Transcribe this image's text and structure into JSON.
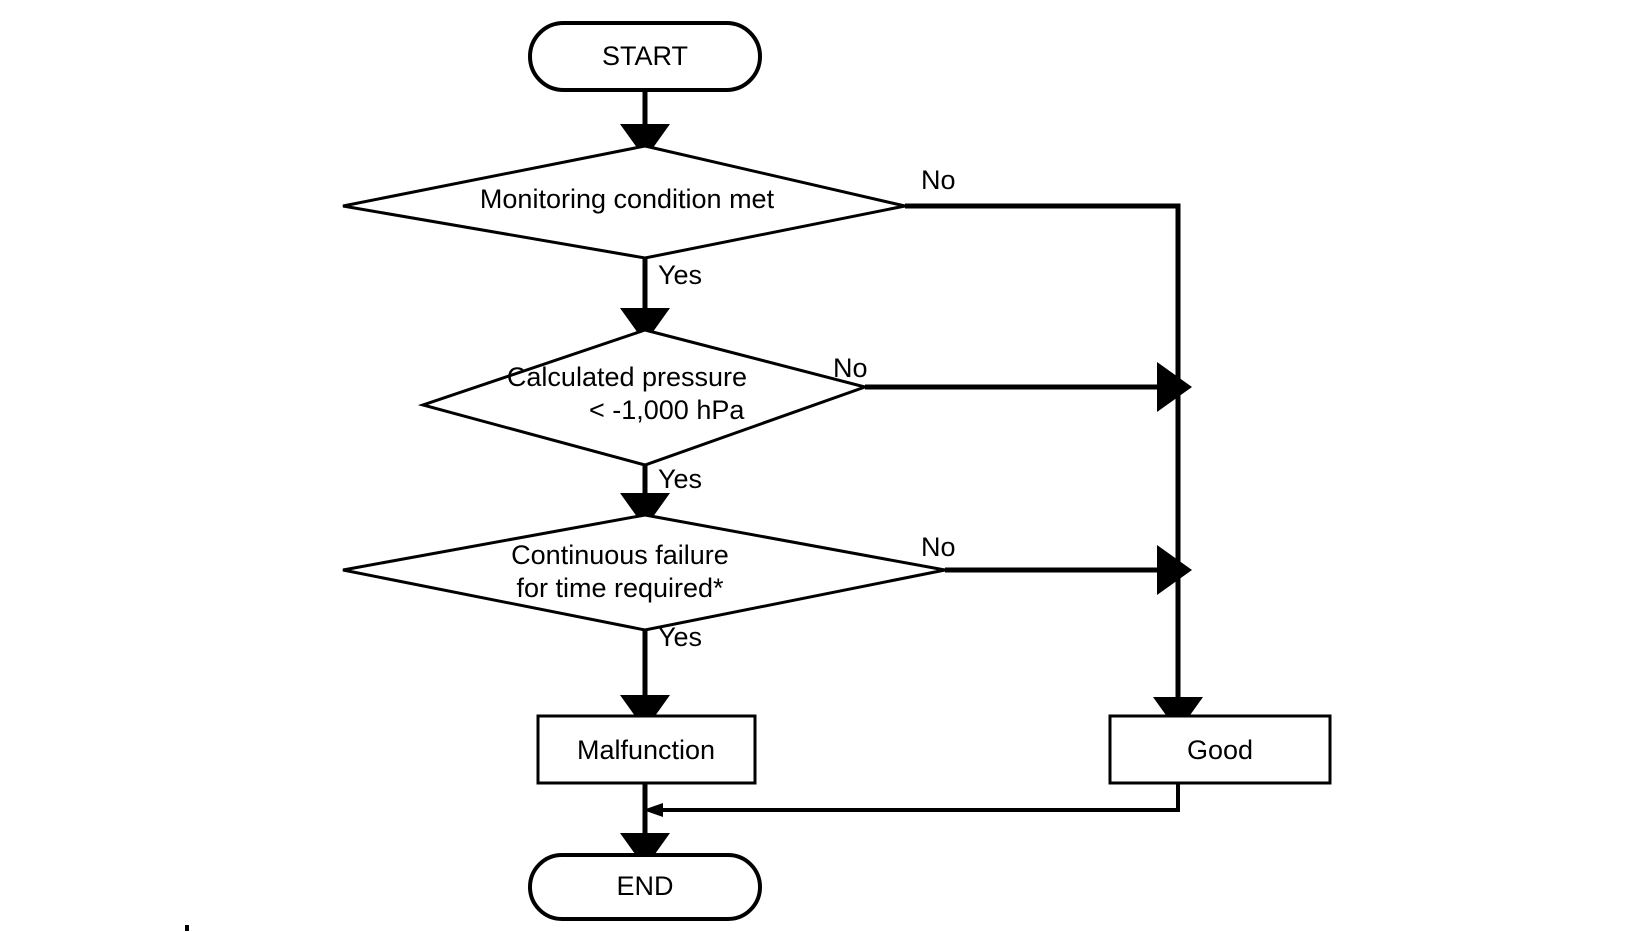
{
  "diagram": {
    "type": "flowchart",
    "orientation": "top-to-bottom",
    "background_color": "#ffffff",
    "line_color": "#000000",
    "text_color": "#000000",
    "nodes": {
      "start": {
        "label": "START",
        "shape": "stadium"
      },
      "decision_1": {
        "label": "Monitoring condition met",
        "shape": "diamond"
      },
      "decision_2": {
        "label_line_1": "Calculated pressure",
        "label_line_2": "< -1,000 hPa",
        "shape": "diamond"
      },
      "decision_3": {
        "label_line_1": "Continuous failure",
        "label_line_2": "for time required*",
        "shape": "diamond"
      },
      "malfunction": {
        "label": "Malfunction",
        "shape": "rectangle"
      },
      "good": {
        "label": "Good",
        "shape": "rectangle"
      },
      "end": {
        "label": "END",
        "shape": "stadium"
      }
    },
    "edge_labels": {
      "yes_1": "Yes",
      "yes_2": "Yes",
      "yes_3": "Yes",
      "no_1": "No",
      "no_2": "No",
      "no_3": "No"
    }
  }
}
